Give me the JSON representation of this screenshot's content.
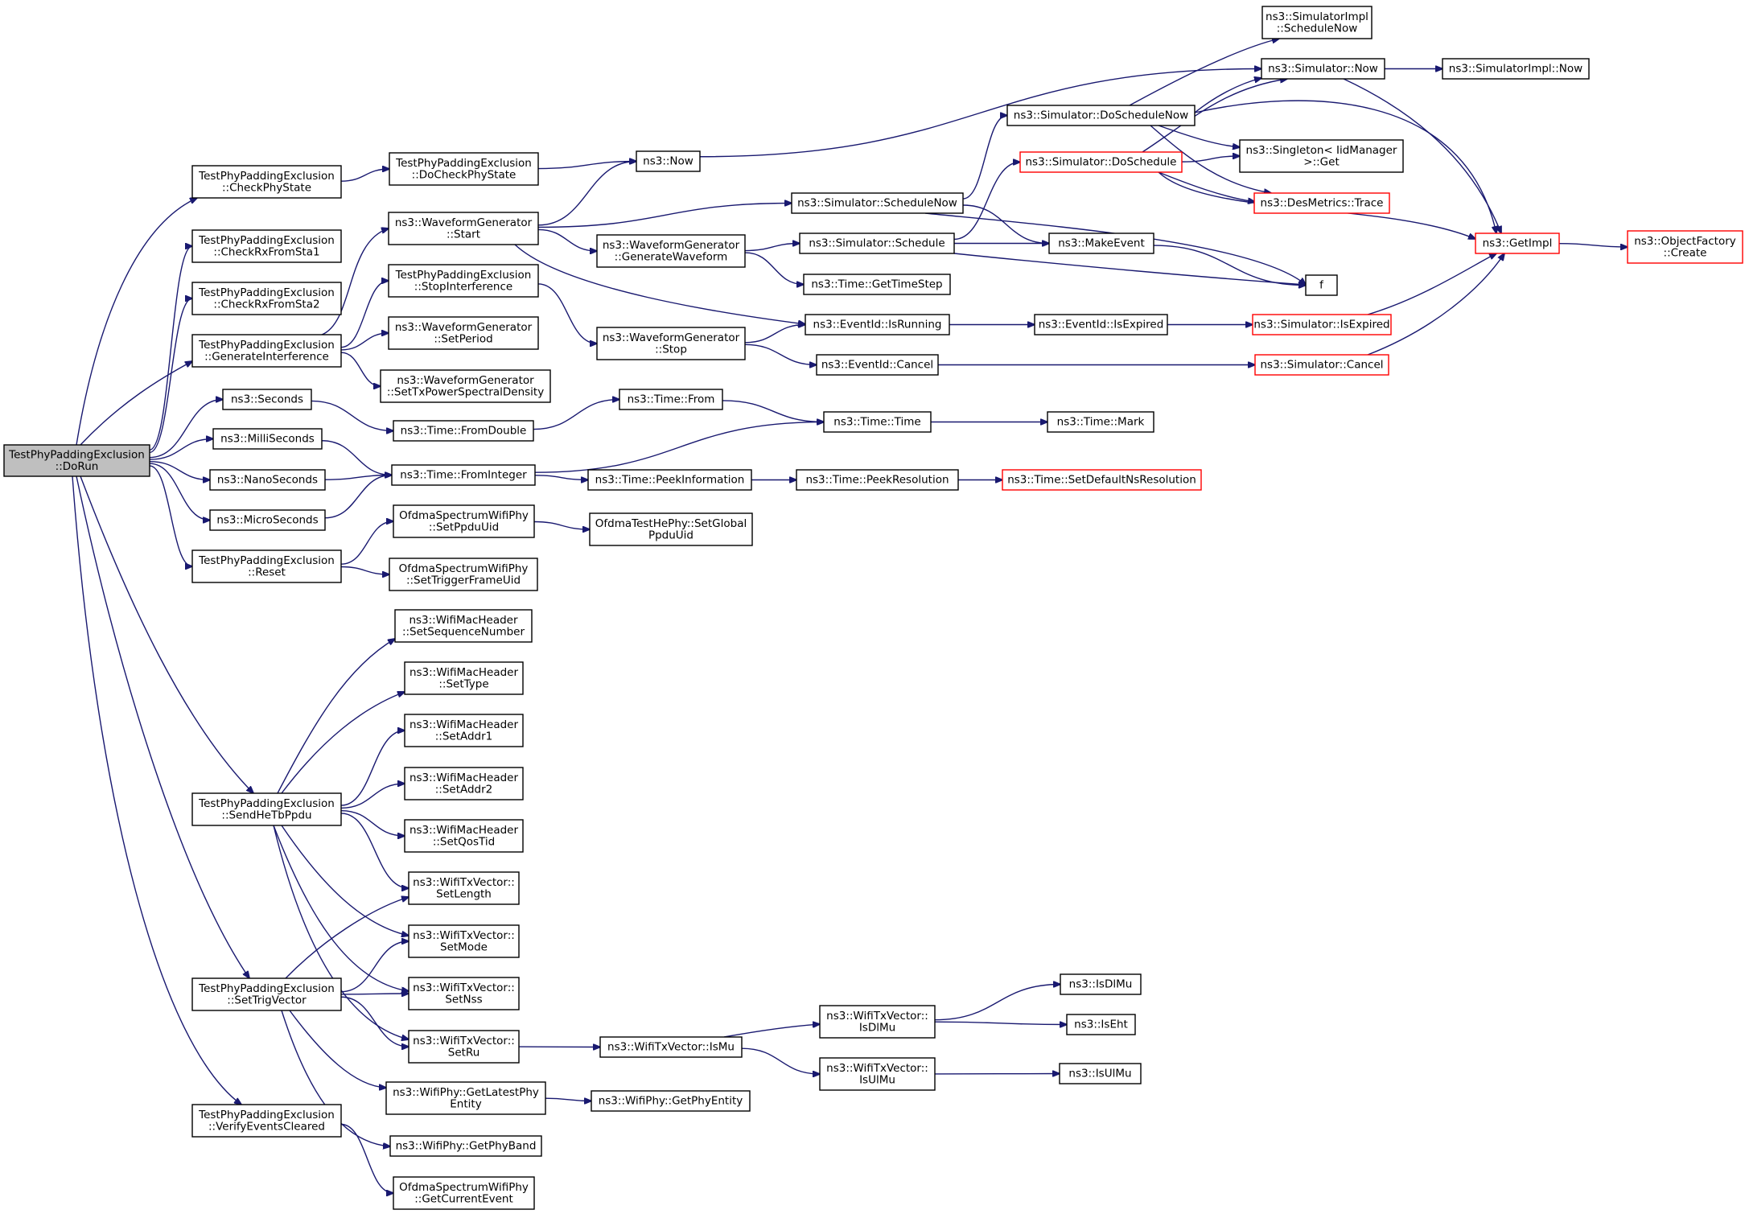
{
  "diagram": {
    "type": "call-graph",
    "colors": {
      "edge": "#191970",
      "root_fill": "#bfbfbf",
      "border": "#000000",
      "truncated_border": "#ff0000"
    },
    "nodes": [
      {
        "id": "dorun",
        "lines": [
          "TestPhyPaddingExclusion",
          "::DoRun"
        ],
        "kind": "root"
      },
      {
        "id": "checkphystate",
        "lines": [
          "TestPhyPaddingExclusion",
          "::CheckPhyState"
        ]
      },
      {
        "id": "checkrx1",
        "lines": [
          "TestPhyPaddingExclusion",
          "::CheckRxFromSta1"
        ]
      },
      {
        "id": "checkrx2",
        "lines": [
          "TestPhyPaddingExclusion",
          "::CheckRxFromSta2"
        ]
      },
      {
        "id": "geninterf",
        "lines": [
          "TestPhyPaddingExclusion",
          "::GenerateInterference"
        ]
      },
      {
        "id": "seconds",
        "lines": [
          "ns3::Seconds"
        ]
      },
      {
        "id": "millis",
        "lines": [
          "ns3::MilliSeconds"
        ]
      },
      {
        "id": "nanos",
        "lines": [
          "ns3::NanoSeconds"
        ]
      },
      {
        "id": "micros",
        "lines": [
          "ns3::MicroSeconds"
        ]
      },
      {
        "id": "reset",
        "lines": [
          "TestPhyPaddingExclusion",
          "::Reset"
        ]
      },
      {
        "id": "sendhetb",
        "lines": [
          "TestPhyPaddingExclusion",
          "::SendHeTbPpdu"
        ]
      },
      {
        "id": "settrig",
        "lines": [
          "TestPhyPaddingExclusion",
          "::SetTrigVector"
        ]
      },
      {
        "id": "verify",
        "lines": [
          "TestPhyPaddingExclusion",
          "::VerifyEventsCleared"
        ]
      },
      {
        "id": "docheck",
        "lines": [
          "TestPhyPaddingExclusion",
          "::DoCheckPhyState"
        ]
      },
      {
        "id": "wgstart",
        "lines": [
          "ns3::WaveformGenerator",
          "::Start"
        ]
      },
      {
        "id": "stopinterf",
        "lines": [
          "TestPhyPaddingExclusion",
          "::StopInterference"
        ]
      },
      {
        "id": "setperiod",
        "lines": [
          "ns3::WaveformGenerator",
          "::SetPeriod"
        ]
      },
      {
        "id": "settxpsd",
        "lines": [
          "ns3::WaveformGenerator",
          "::SetTxPowerSpectralDensity"
        ]
      },
      {
        "id": "fromdouble",
        "lines": [
          "ns3::Time::FromDouble"
        ]
      },
      {
        "id": "frominteger",
        "lines": [
          "ns3::Time::FromInteger"
        ]
      },
      {
        "id": "setppduuid",
        "lines": [
          "OfdmaSpectrumWifiPhy",
          "::SetPpduUid"
        ]
      },
      {
        "id": "settrigframe",
        "lines": [
          "OfdmaSpectrumWifiPhy",
          "::SetTriggerFrameUid"
        ]
      },
      {
        "id": "setseq",
        "lines": [
          "ns3::WifiMacHeader",
          "::SetSequenceNumber"
        ]
      },
      {
        "id": "settype",
        "lines": [
          "ns3::WifiMacHeader",
          "::SetType"
        ]
      },
      {
        "id": "setaddr1",
        "lines": [
          "ns3::WifiMacHeader",
          "::SetAddr1"
        ]
      },
      {
        "id": "setaddr2",
        "lines": [
          "ns3::WifiMacHeader",
          "::SetAddr2"
        ]
      },
      {
        "id": "setqos",
        "lines": [
          "ns3::WifiMacHeader",
          "::SetQosTid"
        ]
      },
      {
        "id": "setlength",
        "lines": [
          "ns3::WifiTxVector::",
          "SetLength"
        ]
      },
      {
        "id": "setmode",
        "lines": [
          "ns3::WifiTxVector::",
          "SetMode"
        ]
      },
      {
        "id": "setnss",
        "lines": [
          "ns3::WifiTxVector::",
          "SetNss"
        ]
      },
      {
        "id": "setru",
        "lines": [
          "ns3::WifiTxVector::",
          "SetRu"
        ]
      },
      {
        "id": "getlatest",
        "lines": [
          "ns3::WifiPhy::GetLatestPhy",
          "Entity"
        ]
      },
      {
        "id": "getband",
        "lines": [
          "ns3::WifiPhy::GetPhyBand"
        ]
      },
      {
        "id": "getcurrent",
        "lines": [
          "OfdmaSpectrumWifiPhy",
          "::GetCurrentEvent"
        ]
      },
      {
        "id": "now",
        "lines": [
          "ns3::Now"
        ]
      },
      {
        "id": "wggenerate",
        "lines": [
          "ns3::WaveformGenerator",
          "::GenerateWaveform"
        ]
      },
      {
        "id": "wgstop",
        "lines": [
          "ns3::WaveformGenerator",
          "::Stop"
        ]
      },
      {
        "id": "timefrom",
        "lines": [
          "ns3::Time::From"
        ]
      },
      {
        "id": "peekinfo",
        "lines": [
          "ns3::Time::PeekInformation"
        ]
      },
      {
        "id": "setglobal",
        "lines": [
          "OfdmaTestHePhy::SetGlobal",
          "PpduUid"
        ]
      },
      {
        "id": "ismu",
        "lines": [
          "ns3::WifiTxVector::IsMu"
        ]
      },
      {
        "id": "getphyentity",
        "lines": [
          "ns3::WifiPhy::GetPhyEntity"
        ]
      },
      {
        "id": "schedulenow",
        "lines": [
          "ns3::Simulator::ScheduleNow"
        ]
      },
      {
        "id": "schedule",
        "lines": [
          "ns3::Simulator::Schedule"
        ]
      },
      {
        "id": "gettimestep",
        "lines": [
          "ns3::Time::GetTimeStep"
        ]
      },
      {
        "id": "isrunning",
        "lines": [
          "ns3::EventId::IsRunning"
        ]
      },
      {
        "id": "cancel",
        "lines": [
          "ns3::EventId::Cancel"
        ]
      },
      {
        "id": "timetime",
        "lines": [
          "ns3::Time::Time"
        ]
      },
      {
        "id": "peekres",
        "lines": [
          "ns3::Time::PeekResolution"
        ]
      },
      {
        "id": "isdlmu_v",
        "lines": [
          "ns3::WifiTxVector::",
          "IsDlMu"
        ]
      },
      {
        "id": "isulmu_v",
        "lines": [
          "ns3::WifiTxVector::",
          "IsUlMu"
        ]
      },
      {
        "id": "doschedulenow",
        "lines": [
          "ns3::Simulator::DoScheduleNow"
        ]
      },
      {
        "id": "doschedule",
        "lines": [
          "ns3::Simulator::DoSchedule"
        ],
        "kind": "trunc"
      },
      {
        "id": "makeevent",
        "lines": [
          "ns3::MakeEvent"
        ]
      },
      {
        "id": "isexpired_e",
        "lines": [
          "ns3::EventId::IsExpired"
        ]
      },
      {
        "id": "timemark",
        "lines": [
          "ns3::Time::Mark"
        ]
      },
      {
        "id": "setdefault",
        "lines": [
          "ns3::Time::SetDefaultNsResolution"
        ],
        "kind": "trunc"
      },
      {
        "id": "isdlmu",
        "lines": [
          "ns3::IsDlMu"
        ]
      },
      {
        "id": "iseht",
        "lines": [
          "ns3::IsEht"
        ]
      },
      {
        "id": "isulmu",
        "lines": [
          "ns3::IsUlMu"
        ]
      },
      {
        "id": "implschednow",
        "lines": [
          "ns3::SimulatorImpl",
          "::ScheduleNow"
        ]
      },
      {
        "id": "simnow",
        "lines": [
          "ns3::Simulator::Now"
        ]
      },
      {
        "id": "singleton",
        "lines": [
          "ns3::Singleton< IidManager",
          ">::Get"
        ]
      },
      {
        "id": "desmetrics",
        "lines": [
          "ns3::DesMetrics::Trace"
        ],
        "kind": "trunc"
      },
      {
        "id": "f",
        "lines": [
          "f"
        ]
      },
      {
        "id": "simisexpired",
        "lines": [
          "ns3::Simulator::IsExpired"
        ],
        "kind": "trunc"
      },
      {
        "id": "simcancel",
        "lines": [
          "ns3::Simulator::Cancel"
        ],
        "kind": "trunc"
      },
      {
        "id": "implnow",
        "lines": [
          "ns3::SimulatorImpl::Now"
        ]
      },
      {
        "id": "getimpl",
        "lines": [
          "ns3::GetImpl"
        ],
        "kind": "trunc"
      },
      {
        "id": "objfactory",
        "lines": [
          "ns3::ObjectFactory",
          "::Create"
        ],
        "kind": "trunc"
      }
    ],
    "edges": [
      [
        "dorun",
        "checkphystate"
      ],
      [
        "dorun",
        "checkrx1"
      ],
      [
        "dorun",
        "checkrx2"
      ],
      [
        "dorun",
        "geninterf"
      ],
      [
        "dorun",
        "seconds"
      ],
      [
        "dorun",
        "millis"
      ],
      [
        "dorun",
        "nanos"
      ],
      [
        "dorun",
        "micros"
      ],
      [
        "dorun",
        "reset"
      ],
      [
        "dorun",
        "sendhetb"
      ],
      [
        "dorun",
        "settrig"
      ],
      [
        "dorun",
        "verify"
      ],
      [
        "checkphystate",
        "docheck"
      ],
      [
        "docheck",
        "now"
      ],
      [
        "geninterf",
        "wgstart"
      ],
      [
        "geninterf",
        "stopinterf"
      ],
      [
        "geninterf",
        "setperiod"
      ],
      [
        "geninterf",
        "settxpsd"
      ],
      [
        "seconds",
        "fromdouble"
      ],
      [
        "millis",
        "frominteger"
      ],
      [
        "nanos",
        "frominteger"
      ],
      [
        "micros",
        "frominteger"
      ],
      [
        "reset",
        "setppduuid"
      ],
      [
        "reset",
        "settrigframe"
      ],
      [
        "sendhetb",
        "setseq"
      ],
      [
        "sendhetb",
        "settype"
      ],
      [
        "sendhetb",
        "setaddr1"
      ],
      [
        "sendhetb",
        "setaddr2"
      ],
      [
        "sendhetb",
        "setqos"
      ],
      [
        "sendhetb",
        "setlength"
      ],
      [
        "sendhetb",
        "setmode"
      ],
      [
        "sendhetb",
        "setnss"
      ],
      [
        "sendhetb",
        "setru"
      ],
      [
        "settrig",
        "setlength"
      ],
      [
        "settrig",
        "setmode"
      ],
      [
        "settrig",
        "setnss"
      ],
      [
        "settrig",
        "setru"
      ],
      [
        "settrig",
        "getlatest"
      ],
      [
        "settrig",
        "getband"
      ],
      [
        "verify",
        "getcurrent"
      ],
      [
        "wgstart",
        "now"
      ],
      [
        "wgstart",
        "schedulenow"
      ],
      [
        "wgstart",
        "wggenerate"
      ],
      [
        "wgstart",
        "isrunning"
      ],
      [
        "stopinterf",
        "wgstop"
      ],
      [
        "wggenerate",
        "schedule"
      ],
      [
        "wggenerate",
        "gettimestep"
      ],
      [
        "wgstop",
        "isrunning"
      ],
      [
        "wgstop",
        "cancel"
      ],
      [
        "fromdouble",
        "timefrom"
      ],
      [
        "timefrom",
        "timetime"
      ],
      [
        "frominteger",
        "timetime"
      ],
      [
        "frominteger",
        "peekinfo"
      ],
      [
        "peekinfo",
        "peekres"
      ],
      [
        "peekres",
        "setdefault"
      ],
      [
        "setppduuid",
        "setglobal"
      ],
      [
        "setru",
        "ismu"
      ],
      [
        "ismu",
        "isdlmu_v"
      ],
      [
        "ismu",
        "isulmu_v"
      ],
      [
        "isdlmu_v",
        "isdlmu"
      ],
      [
        "isdlmu_v",
        "iseht"
      ],
      [
        "isulmu_v",
        "isulmu"
      ],
      [
        "getlatest",
        "getphyentity"
      ],
      [
        "now",
        "simnow"
      ],
      [
        "schedulenow",
        "doschedulenow"
      ],
      [
        "schedulenow",
        "makeevent"
      ],
      [
        "schedulenow",
        "f"
      ],
      [
        "schedule",
        "doschedule"
      ],
      [
        "schedule",
        "makeevent"
      ],
      [
        "schedule",
        "f"
      ],
      [
        "makeevent",
        "f"
      ],
      [
        "isrunning",
        "isexpired_e"
      ],
      [
        "isexpired_e",
        "simisexpired"
      ],
      [
        "cancel",
        "simcancel"
      ],
      [
        "timetime",
        "timemark"
      ],
      [
        "doschedulenow",
        "implschednow"
      ],
      [
        "doschedulenow",
        "simnow"
      ],
      [
        "doschedulenow",
        "singleton"
      ],
      [
        "doschedulenow",
        "desmetrics"
      ],
      [
        "doschedulenow",
        "getimpl"
      ],
      [
        "doschedule",
        "simnow"
      ],
      [
        "doschedule",
        "singleton"
      ],
      [
        "doschedule",
        "desmetrics"
      ],
      [
        "doschedule",
        "getimpl"
      ],
      [
        "simnow",
        "implnow"
      ],
      [
        "simnow",
        "getimpl"
      ],
      [
        "simisexpired",
        "getimpl"
      ],
      [
        "simcancel",
        "getimpl"
      ],
      [
        "getimpl",
        "objfactory"
      ]
    ]
  }
}
